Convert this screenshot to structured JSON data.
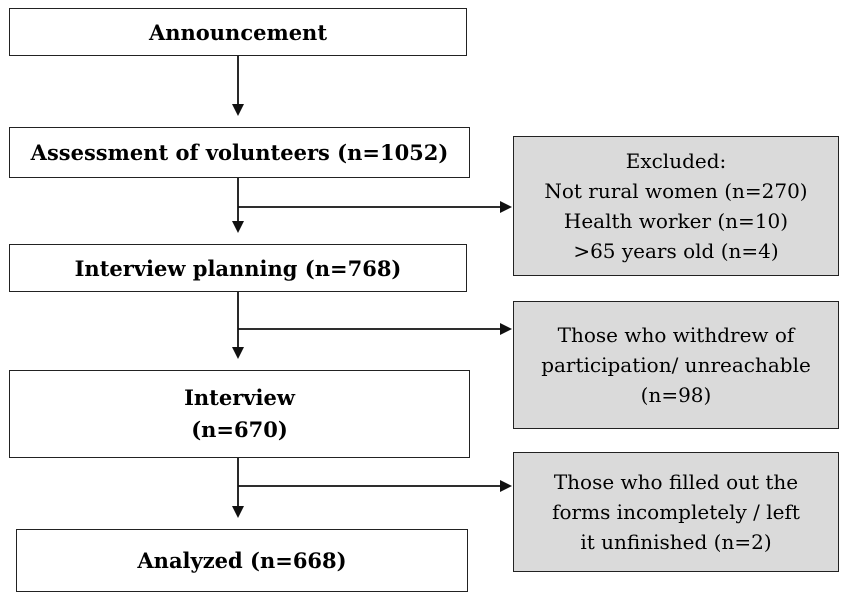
{
  "flowchart": {
    "announcement": "Announcement",
    "assessment": "Assessment of volunteers (n=1052)",
    "planning": "Interview planning (n=768)",
    "interview": {
      "line1": "Interview",
      "line2": "(n=670)"
    },
    "analyzed": "Analyzed (n=668)",
    "excluded": {
      "line1": "Excluded:",
      "line2": "Not rural women (n=270)",
      "line3": "Health worker (n=10)",
      "line4": ">65 years old (n=4)"
    },
    "withdrew": {
      "line1": "Those who withdrew of",
      "line2": "participation/ unreachable",
      "line3": "(n=98)"
    },
    "incomplete": {
      "line1": "Those who filled out the",
      "line2": "forms incompletely / left",
      "line3": "it unfinished (n=2)"
    }
  },
  "colors": {
    "side_box_fill": "#dadada",
    "border": "#222222"
  }
}
